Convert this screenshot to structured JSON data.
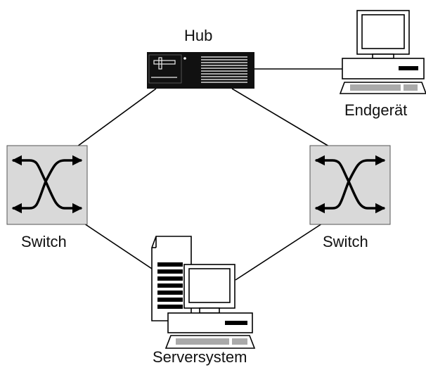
{
  "diagram": {
    "nodes": {
      "hub": {
        "label": "Hub",
        "icon": "hub-device-icon"
      },
      "endgeraet": {
        "label": "Endgerät",
        "icon": "desktop-computer-icon"
      },
      "switch_left": {
        "label": "Switch",
        "icon": "switch-icon"
      },
      "switch_right": {
        "label": "Switch",
        "icon": "switch-icon"
      },
      "serversystem": {
        "label": "Serversystem",
        "icon": "server-tower-with-computer-icon"
      }
    },
    "connections": [
      {
        "from": "hub",
        "to": "endgeraet"
      },
      {
        "from": "hub",
        "to": "switch_left"
      },
      {
        "from": "hub",
        "to": "switch_right"
      },
      {
        "from": "switch_left",
        "to": "serversystem"
      },
      {
        "from": "switch_right",
        "to": "serversystem"
      }
    ],
    "colors": {
      "line": "#000000",
      "switch_fill": "#d9d9d9",
      "device_fill": "#ffffff",
      "hub_body": "#111111"
    }
  }
}
